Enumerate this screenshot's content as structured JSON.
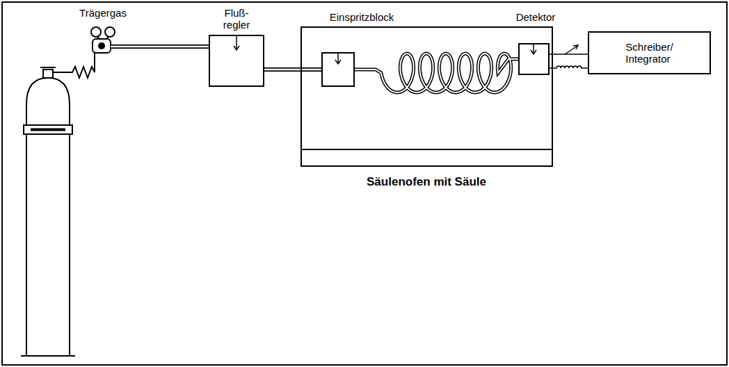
{
  "diagram": {
    "nodes": [
      {
        "text": [
          "Fluß- regler"
        ]
      },
      {
        "text": [
          "Säulenofen mit Säule"
        ]
      },
      {
        "text": [
          "Einspritzblock"
        ],
        "in": 1
      },
      {
        "text": [
          "Detektor"
        ],
        "in": 1
      },
      {
        "text": [
          "Schreiber/ Integrator"
        ]
      }
    ],
    "edges": [
      {
        "from": 0,
        "to": 2,
        "arrow": "none"
      },
      {
        "from": 2,
        "to": 3,
        "arrow": "none"
      },
      {
        "from": 3,
        "to": 4,
        "arrow": "none"
      }
    ],
    "labels": [
      "Trägergas"
    ]
  }
}
